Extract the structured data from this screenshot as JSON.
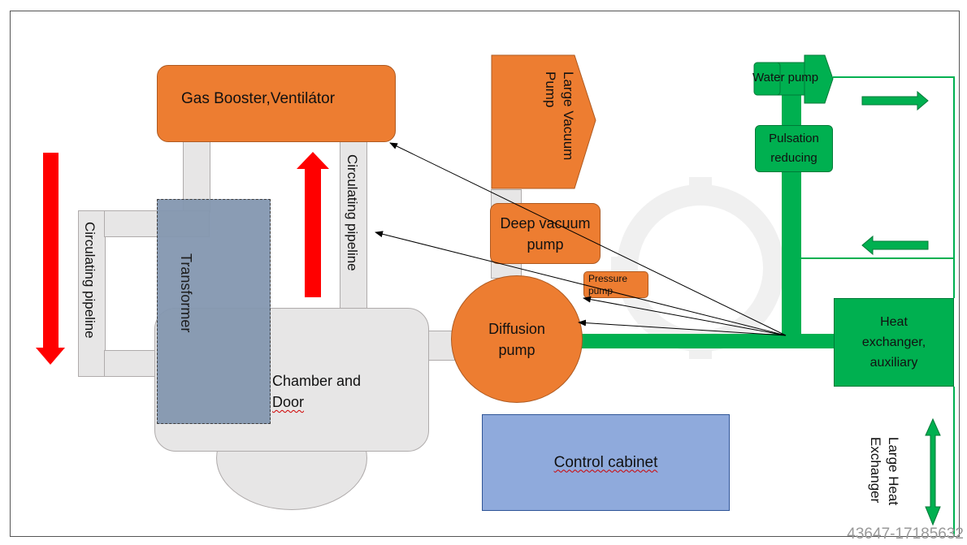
{
  "labels": {
    "gas_booster": "Gas Booster,Ventilátor",
    "circulating_pipeline_left": "Circulating pipeline",
    "circulating_pipeline_right": "Circulating pipeline",
    "transformer": "Transformer",
    "chamber_line1": "Chamber and",
    "chamber_line2": "Door",
    "large_vacuum_pump": "Large Vacuum Pump",
    "deep_vacuum_pump": "Deep vacuum pump",
    "pressure_pump": "Pressure pump",
    "diffusion_pump": "Diffusion pump",
    "control_cabinet": "Control cabinet",
    "water_pump": "Water pump",
    "pulsation_reducing": "Pulsation reducing",
    "heat_exchanger": "Heat exchanger, auxiliary",
    "large_heat_exchanger": "Large Heat Exchanger"
  },
  "watermark_id": "43647-17185632",
  "colors": {
    "orange": "#ED7D31",
    "grey_component": "#E7E6E6",
    "transformer": "#8497B0",
    "control_cabinet": "#8FAADC",
    "green": "#00B050",
    "red_arrow": "#FF0000"
  }
}
